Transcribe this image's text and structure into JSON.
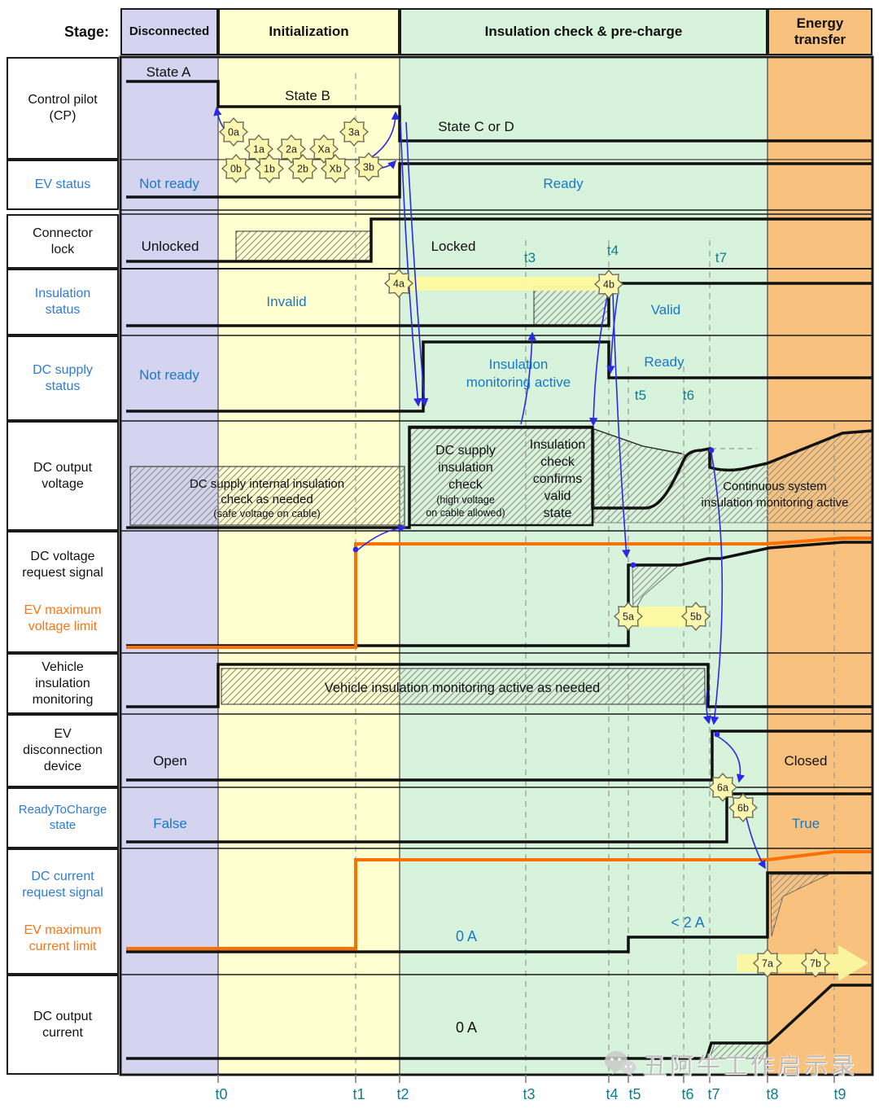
{
  "stage_label": "Stage:",
  "stages": [
    {
      "label": "Disconnected",
      "color": "#d4d4f0"
    },
    {
      "label": "Initialization",
      "color": "#ffffcf"
    },
    {
      "label": "Insulation check & pre-charge",
      "color": "#d8f3dc"
    },
    {
      "l1": "Energy",
      "l2": "transfer",
      "color": "#f8c27e"
    }
  ],
  "rows": {
    "cp": {
      "l1": "Control pilot",
      "l2": "(CP)"
    },
    "ev": {
      "l1": "EV status"
    },
    "lock": {
      "l1": "Connector",
      "l2": "lock"
    },
    "ins": {
      "l1": "Insulation",
      "l2": "status"
    },
    "dcs": {
      "l1": "DC supply",
      "l2": "status"
    },
    "dcv": {
      "l1": "DC output",
      "l2": "voltage"
    },
    "vreq": {
      "l1": "DC voltage",
      "l2": "request signal",
      "l3": "EV maximum",
      "l4": "voltage limit"
    },
    "vim": {
      "l1": "Vehicle",
      "l2": "insulation",
      "l3": "monitoring"
    },
    "evd": {
      "l1": "EV",
      "l2": "disconnection",
      "l3": "device"
    },
    "rtc": {
      "l1": "ReadyToCharge",
      "l2": "state"
    },
    "creq": {
      "l1": "DC current",
      "l2": "request signal",
      "l3": "EV maximum",
      "l4": "current limit"
    },
    "cout": {
      "l1": "DC output",
      "l2": "current"
    }
  },
  "annotations": {
    "state_a": "State A",
    "state_b": "State B",
    "state_cd": "State C or D",
    "ev_not_ready": "Not ready",
    "ev_ready": "Ready",
    "unlocked": "Unlocked",
    "locked": "Locked",
    "invalid": "Invalid",
    "valid": "Valid",
    "dcs_not_ready": "Not ready",
    "dcs_mon1": "Insulation",
    "dcs_mon2": "monitoring active",
    "dcs_ready": "Ready",
    "box1_l1": "DC supply internal insulation",
    "box1_l2": "check as needed",
    "box1_l3": "(safe voltage on cable)",
    "box2_l1": "DC supply",
    "box2_l2": "insulation",
    "box2_l3": "check",
    "box2_l4": "(high voltage",
    "box2_l5": "on cable allowed)",
    "box3_l1": "Insulation",
    "box3_l2": "check",
    "box3_l3": "confirms",
    "box3_l4": "valid",
    "box3_l5": "state",
    "cont_l1": "Continuous system",
    "cont_l2": "insulation monitoring active",
    "vim_text": "Vehicle insulation monitoring active as needed",
    "open": "Open",
    "closed": "Closed",
    "false": "False",
    "true": "True",
    "zero_a_req": "0 A",
    "lt_2a": "< 2 A",
    "zero_a_out": "0 A"
  },
  "time_markers": {
    "t3": "t3",
    "t4": "t4",
    "t5": "t5",
    "t6": "t6",
    "t7": "t7"
  },
  "badges": {
    "0a": "0a",
    "1a": "1a",
    "2a": "2a",
    "Xa": "Xa",
    "3a": "3a",
    "0b": "0b",
    "1b": "1b",
    "2b": "2b",
    "Xb": "Xb",
    "3b": "3b",
    "4a": "4a",
    "4b": "4b",
    "5a": "5a",
    "5b": "5b",
    "6a": "6a",
    "6b": "6b",
    "7a": "7a",
    "7b": "7b"
  },
  "timeline": [
    "t0",
    "t1",
    "t2",
    "t3",
    "t4",
    "t5",
    "t6",
    "t7",
    "t8",
    "t9"
  ],
  "watermark": {
    "text": "丑阿牛工作启示录"
  },
  "colors": {
    "stage_disconnected": "#d4d4f0",
    "stage_initialization": "#ffffcf",
    "stage_insulation": "#d8f3dc",
    "stage_energy": "#f8c27e",
    "signal_black": "#111111",
    "signal_orange": "#fb7100",
    "arrow_blue": "#2a2ae6",
    "status_text_blue": "#1878c8",
    "time_teal": "#0f7e8c",
    "badge_fill": "#fbf7ae",
    "highlight_yellow": "#fdf99e"
  }
}
